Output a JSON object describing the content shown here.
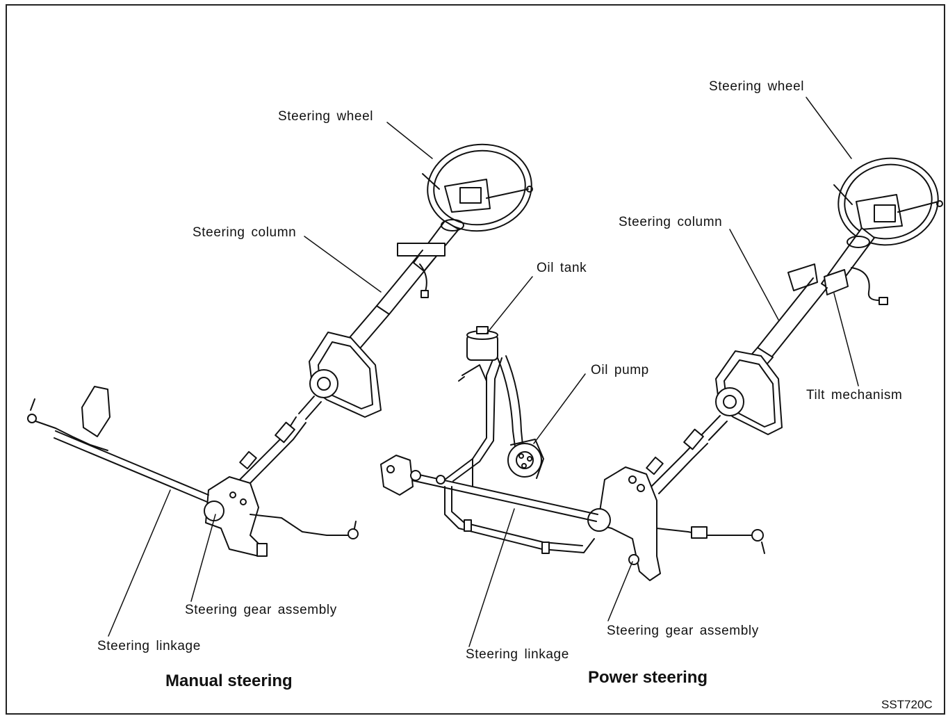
{
  "manual": {
    "caption": "Manual steering",
    "labels": {
      "steering_wheel": "Steering wheel",
      "steering_column": "Steering column",
      "steering_gear_assembly": "Steering gear assembly",
      "steering_linkage": "Steering linkage"
    }
  },
  "power": {
    "caption": "Power steering",
    "labels": {
      "steering_wheel": "Steering wheel",
      "steering_column": "Steering column",
      "oil_tank": "Oil tank",
      "oil_pump": "Oil pump",
      "tilt_mechanism": "Tilt mechanism",
      "steering_gear_assembly": "Steering gear assembly",
      "steering_linkage": "Steering linkage"
    }
  },
  "figure_code": "SST720C"
}
